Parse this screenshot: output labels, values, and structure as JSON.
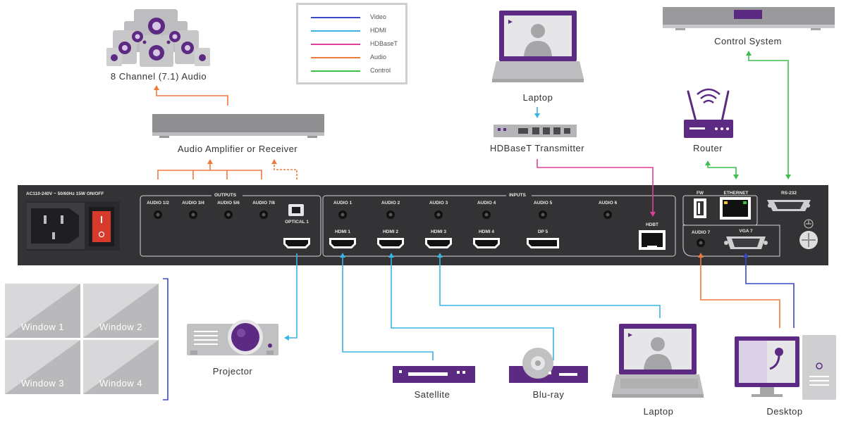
{
  "legend": [
    {
      "label": "Video",
      "color": "#3a48c8"
    },
    {
      "label": "HDMI",
      "color": "#38b4e6"
    },
    {
      "label": "HDBaseT",
      "color": "#e0409a"
    },
    {
      "label": "Audio",
      "color": "#ee7a3c"
    },
    {
      "label": "Control",
      "color": "#3cbf4c"
    }
  ],
  "devices": {
    "audio_71": "8 Channel (7.1) Audio",
    "amplifier": "Audio Amplifier or Receiver",
    "laptop_top": "Laptop",
    "hdbt_tx": "HDBaseT Transmitter",
    "control_system": "Control System",
    "router": "Router",
    "projector": "Projector",
    "satellite": "Satellite",
    "bluray": "Blu-ray",
    "laptop_bottom": "Laptop",
    "desktop": "Desktop"
  },
  "windows": [
    "Window 1",
    "Window 2",
    "Window 3",
    "Window 4"
  ],
  "panel": {
    "power": "AC110-240V ~ 50/60Hz 15W   ON/OFF",
    "outputs": "OUTPUTS",
    "inputs": "INPUTS",
    "audio_out": [
      "AUDIO 1/2",
      "AUDIO 3/4",
      "AUDIO 5/6",
      "AUDIO 7/8"
    ],
    "optical": "OPTICAL 1",
    "audio_in": [
      "AUDIO 1",
      "AUDIO 2",
      "AUDIO 3",
      "AUDIO 4",
      "AUDIO 5",
      "AUDIO 6"
    ],
    "video_in": [
      "HDMI 1",
      "HDMI 2",
      "HDMI 3",
      "HDMI 4",
      "DP 5"
    ],
    "hdbt": "HDBT",
    "fw": "FW",
    "ethernet": "ETHERNET",
    "rs232": "RS-232",
    "audio7": "AUDIO 7",
    "vga7": "VGA 7"
  },
  "colors": {
    "video": "#3a48c8",
    "hdmi": "#38b4e6",
    "hdbaset": "#e0409a",
    "audio": "#ee7a3c",
    "control": "#3cbf4c",
    "purple": "#5c2a82",
    "panel": "#333335"
  }
}
